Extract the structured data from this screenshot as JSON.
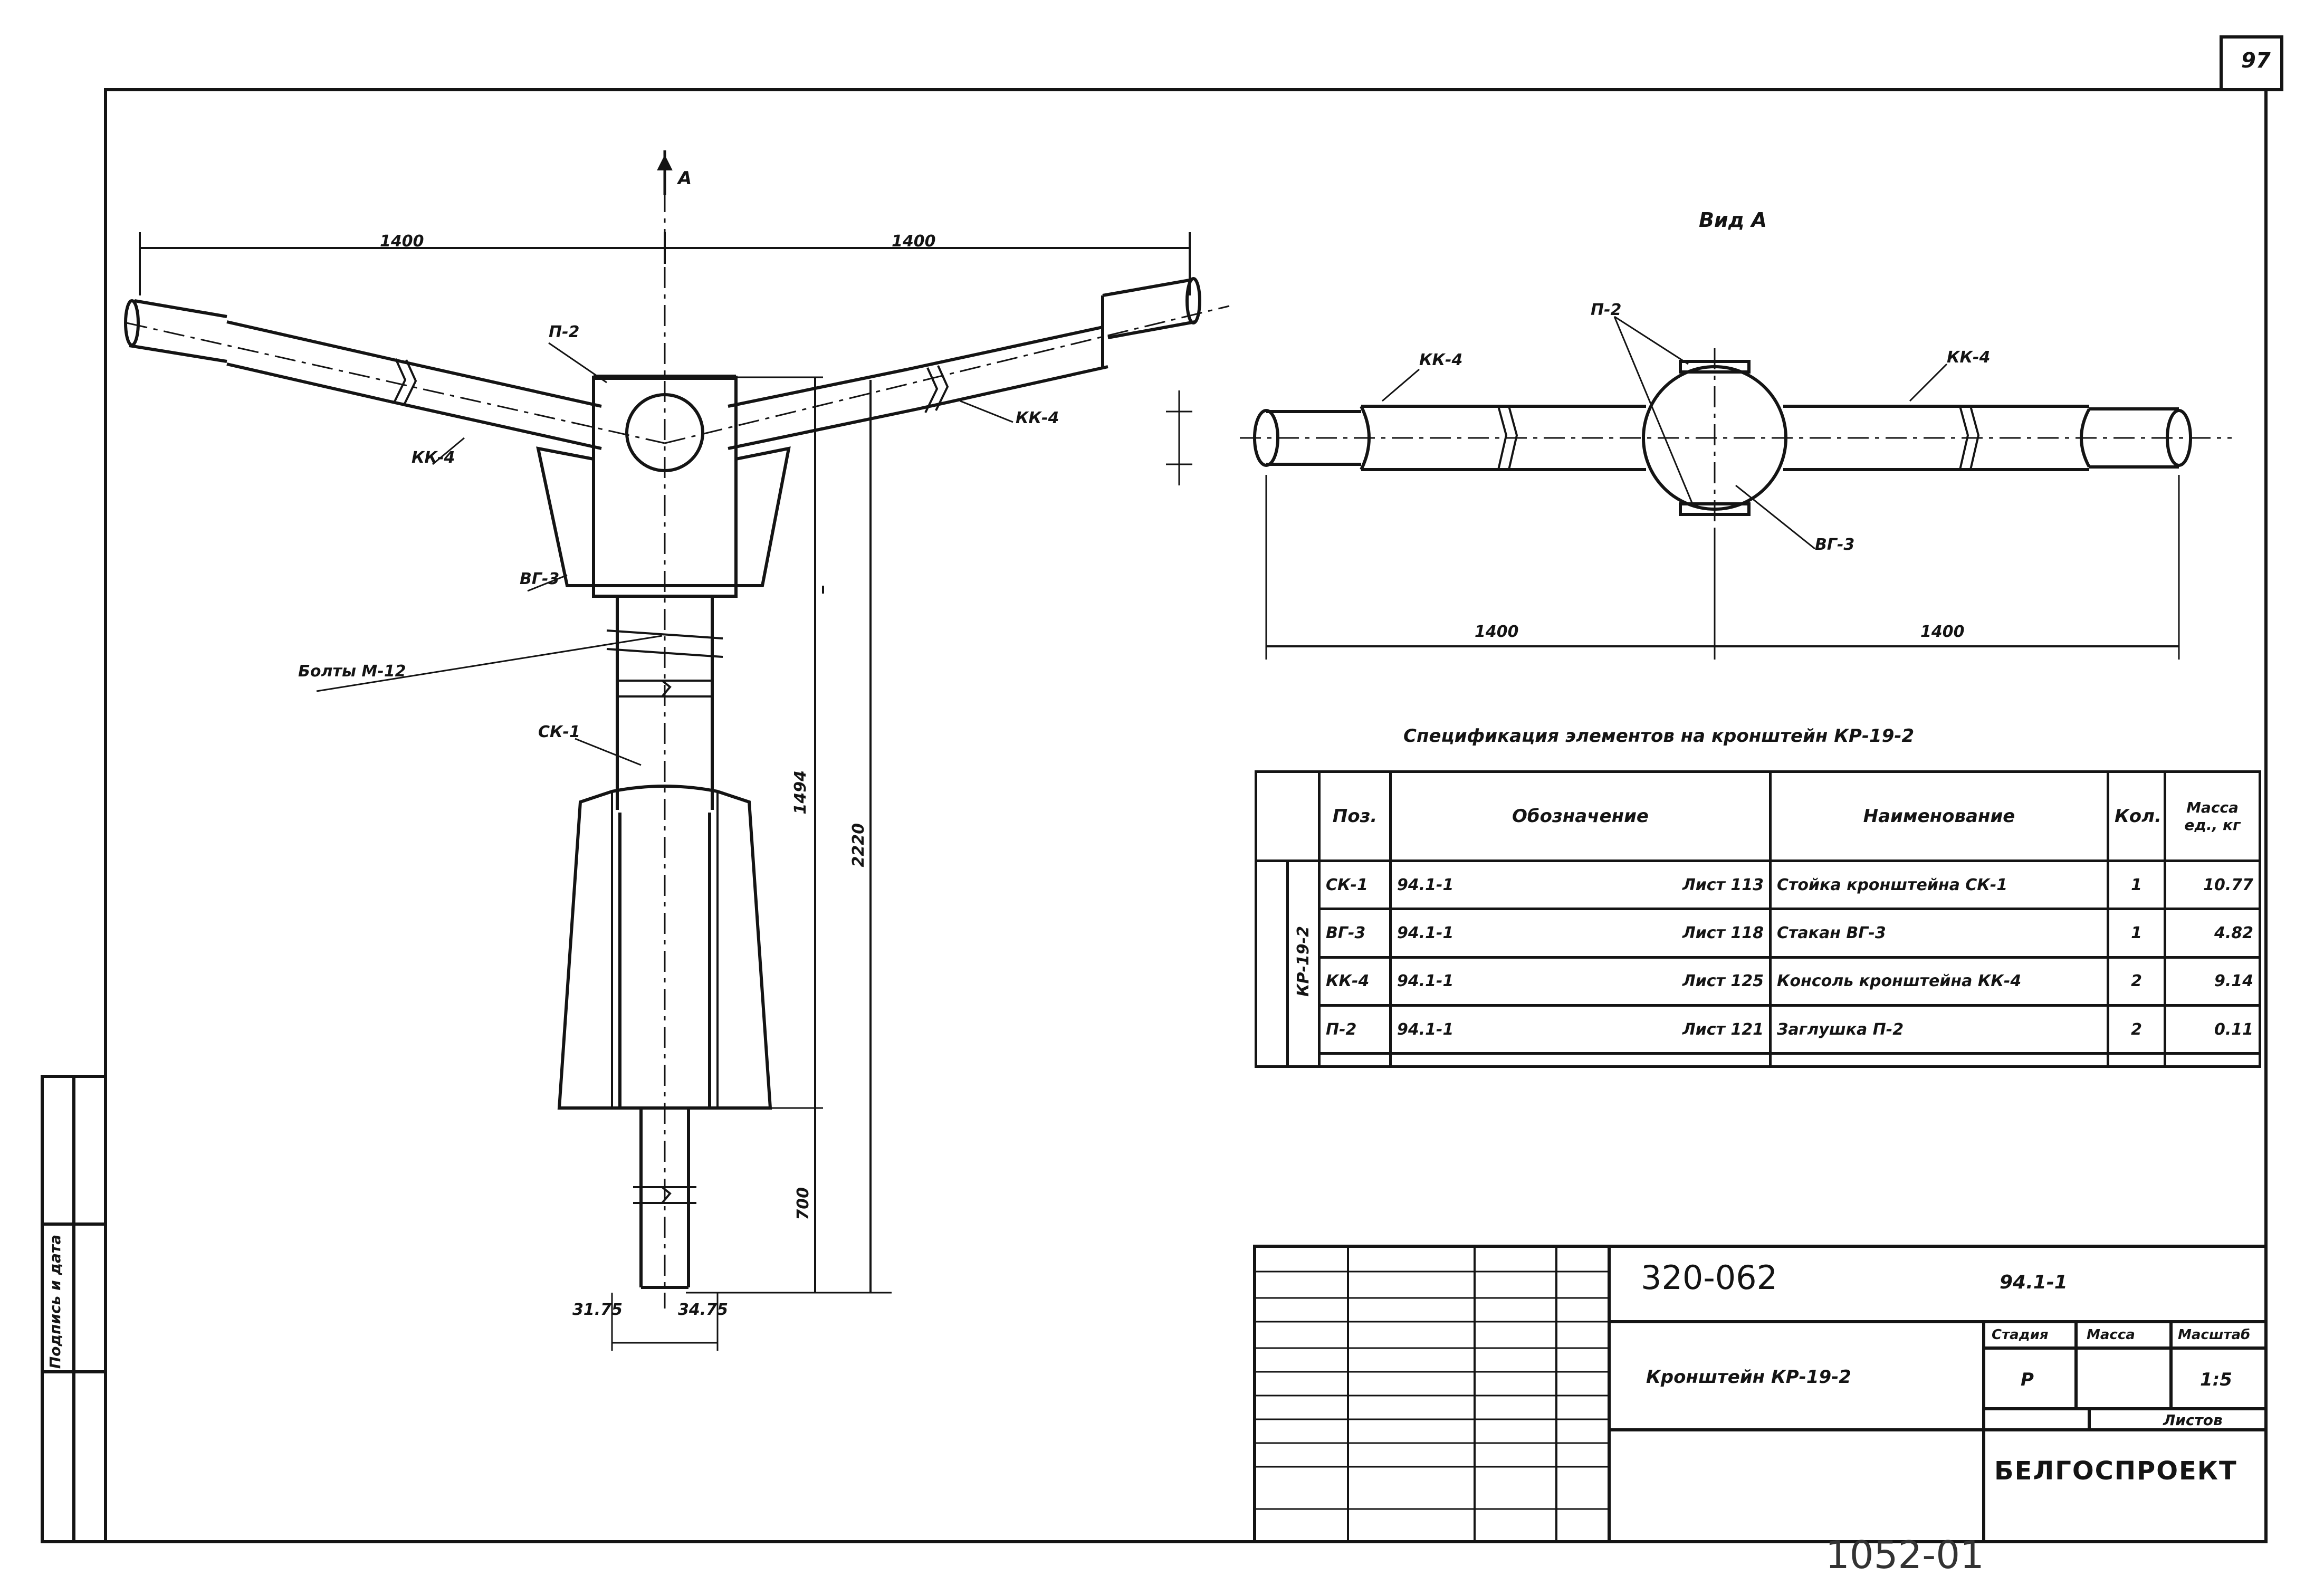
{
  "sheet": {
    "page_number": "97",
    "view_title": "Вид А",
    "section_marker": "А"
  },
  "dimensions": {
    "top_left": "1400",
    "top_right": "1400",
    "side_top": "1494",
    "side_full": "2220",
    "side_lower": "700",
    "bottom_left": "31.75",
    "bottom_right": "34.75",
    "bottom_width": "",
    "right_view_left": "1400",
    "right_view_right": "1400"
  },
  "parts": {
    "p2": "П-2",
    "kk4": "КК-4",
    "bg3": "ВГ-3",
    "sk1": "СК-1",
    "bolts": "Болты М-12"
  },
  "spec": {
    "title": "Спецификация элементов на кронштейн КР-19-2",
    "headers": {
      "pos": "Поз.",
      "designation": "Обозначение",
      "name": "Наименование",
      "qty": "Кол.",
      "mass": "Масса ед., кг"
    },
    "row_format": "",
    "row_mark": "КР-19-2",
    "rows": [
      {
        "pos": "СК-1",
        "doc": "94.1-1",
        "sheet": "Лист 113",
        "name": "Стойка кронштейна СК-1",
        "qty": "1",
        "mass": "10.77"
      },
      {
        "pos": "ВГ-3",
        "doc": "94.1-1",
        "sheet": "Лист 118",
        "name": "Стакан ВГ-3",
        "qty": "1",
        "mass": "4.82"
      },
      {
        "pos": "КК-4",
        "doc": "94.1-1",
        "sheet": "Лист 125",
        "name": "Консоль кронштейна КК-4",
        "qty": "2",
        "mass": "9.14"
      },
      {
        "pos": "П-2",
        "doc": "94.1-1",
        "sheet": "Лист 121",
        "name": "Заглушка П-2",
        "qty": "2",
        "mass": "0.11"
      },
      {
        "pos": "",
        "doc": "",
        "sheet": "",
        "name": "",
        "qty": "",
        "mass": ""
      }
    ]
  },
  "notes": [
    "",
    ""
  ],
  "title_block": {
    "code": "320-062",
    "series": "94.1-1",
    "item_name": "Кронштейн КР-19-2",
    "material": "",
    "stage_label": "Стадия",
    "mass_label": "Масса",
    "scale_label": "Масштаб",
    "stage": "Р",
    "mass": "",
    "scale": "1:5",
    "sheet_label": "",
    "sheets_label": "Листов",
    "org": "БЕЛГОСПРОЕКТ",
    "org_city": "",
    "copied": "",
    "format": "",
    "archive_no": "1052-01",
    "roles": [
      "",
      "",
      "",
      "",
      ""
    ],
    "names": [
      "",
      "",
      "",
      "",
      ""
    ],
    "dates": [
      "",
      "",
      "",
      "",
      ""
    ]
  },
  "side_stamp": {
    "inv_no": "",
    "sign_date": "Подпись и дата",
    "replaced": ""
  }
}
